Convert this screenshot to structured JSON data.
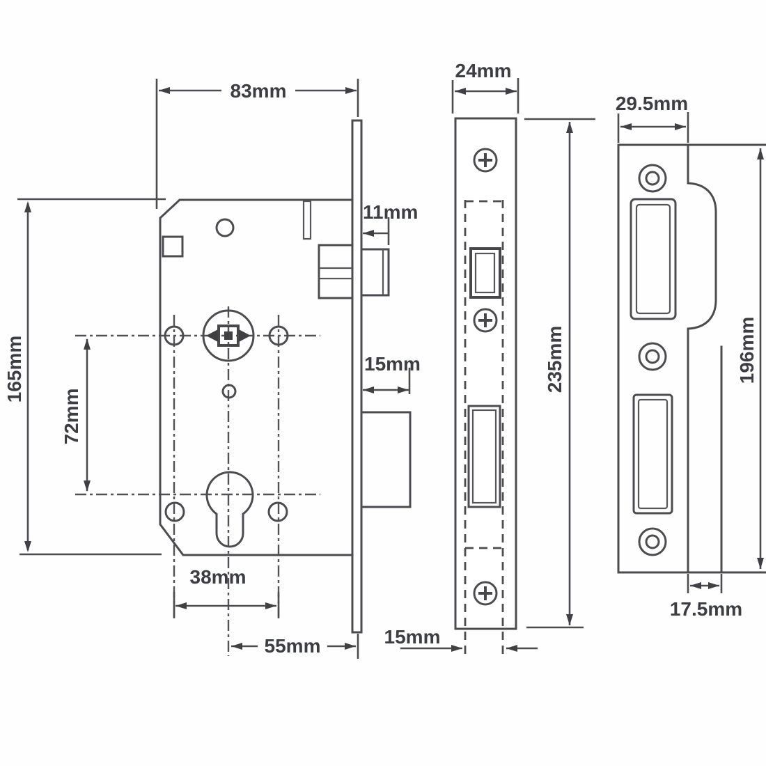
{
  "colors": {
    "background": "#fefefe",
    "line": "#4c4c50",
    "text": "#3d3d44"
  },
  "dims": {
    "case_width": "83mm",
    "case_height": "165mm",
    "handle_cylinder_centres": "72mm",
    "latch_projection": "11mm",
    "deadbolt_projection": "15mm",
    "cylinder_hole_centres": "38mm",
    "backset": "55mm",
    "forend_width": "24mm",
    "forend_height": "235mm",
    "case_thickness": "15mm",
    "strike_width": "29.5mm",
    "strike_height": "196mm",
    "strike_lip_projection": "17.5mm"
  }
}
